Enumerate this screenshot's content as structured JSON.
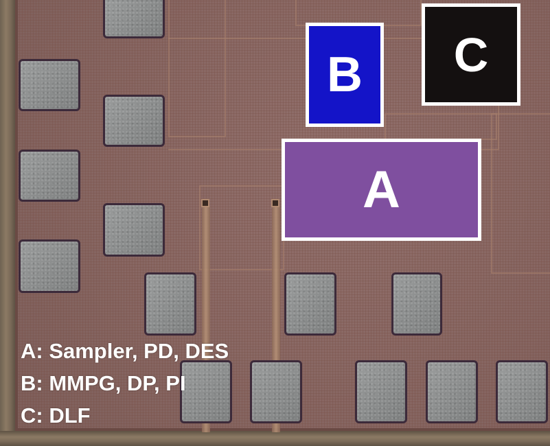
{
  "blocks": [
    {
      "id": "A",
      "letter": "A",
      "fill": "#7f4f9f"
    },
    {
      "id": "B",
      "letter": "B",
      "fill": "#1414c8"
    },
    {
      "id": "C",
      "letter": "C",
      "fill": "#141010"
    }
  ],
  "legend": [
    "A: Sampler, PD, DES",
    "B: MMPG, DP, PI",
    "C: DLF"
  ],
  "colors": {
    "die": "#8a6a66",
    "pad": "#8e9090",
    "label_border": "#ffffff",
    "label_text": "#ffffff"
  }
}
